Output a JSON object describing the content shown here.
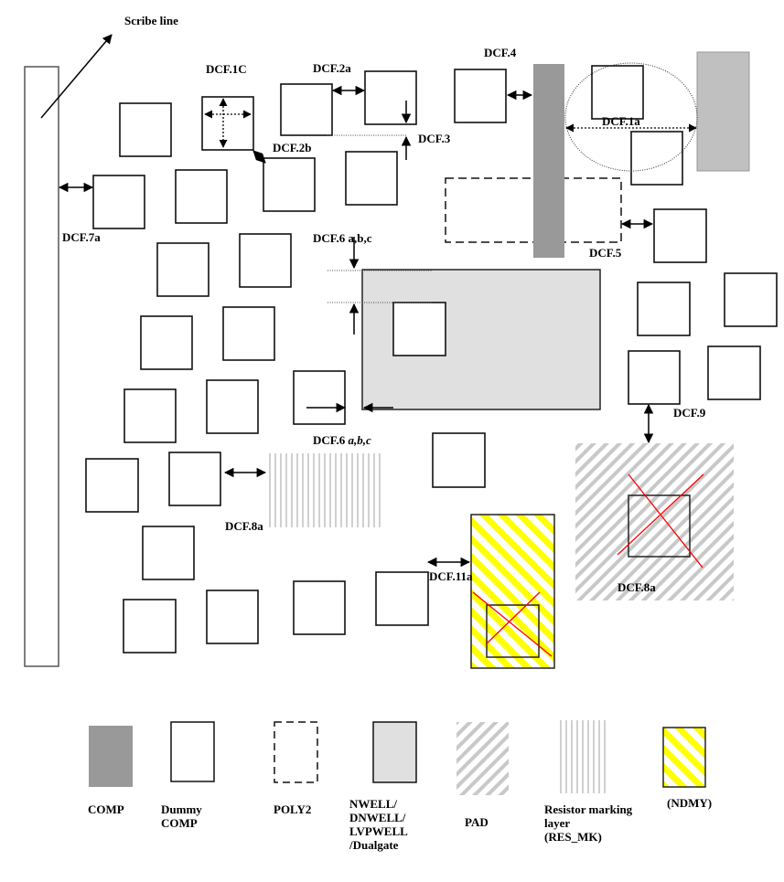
{
  "diagram": {
    "annotations": {
      "scribe_line": "Scribe line",
      "dcf_1c": "DCF.1C",
      "dcf_2a": "DCF.2a",
      "dcf_2b": "DCF.2b",
      "dcf_3": "DCF.3",
      "dcf_4": "DCF.4",
      "dcf_1a": "DCF.1a",
      "dcf_5": "DCF.5",
      "dcf_7a": "DCF.7a",
      "dcf_6_top": "DCF.6 a,b,c",
      "dcf_6_bottom_prefix": "DCF.6 ",
      "dcf_6_bottom_suffix": "a,b,c",
      "dcf_9": "DCF.9",
      "dcf_8a_left": "DCF.8a",
      "dcf_8a_right": "DCF.8a",
      "dcf_11a": "DCF.11a"
    },
    "colors": {
      "comp": "#999999",
      "comp_light": "#c0c0c0",
      "nwell": "#e0e0e0",
      "pad_stripe": "#c8c8c8",
      "res_stripe": "#d0d0d0",
      "ndmy_stripe": "#ffff00",
      "cross": "#ff0000"
    },
    "legend": [
      {
        "key": "comp",
        "lines": [
          "COMP"
        ]
      },
      {
        "key": "dummy_comp",
        "lines": [
          "Dummy",
          "COMP"
        ]
      },
      {
        "key": "poly2",
        "lines": [
          "POLY2"
        ]
      },
      {
        "key": "nwell",
        "lines": [
          "NWELL/",
          "DNWELL/",
          "LVPWELL",
          "/Dualgate"
        ]
      },
      {
        "key": "pad",
        "lines": [
          "PAD"
        ]
      },
      {
        "key": "res_mk",
        "lines": [
          "Resistor marking",
          "layer",
          "(RES_MK)"
        ]
      },
      {
        "key": "ndmy",
        "lines": [
          "(NDMY)"
        ]
      }
    ]
  }
}
